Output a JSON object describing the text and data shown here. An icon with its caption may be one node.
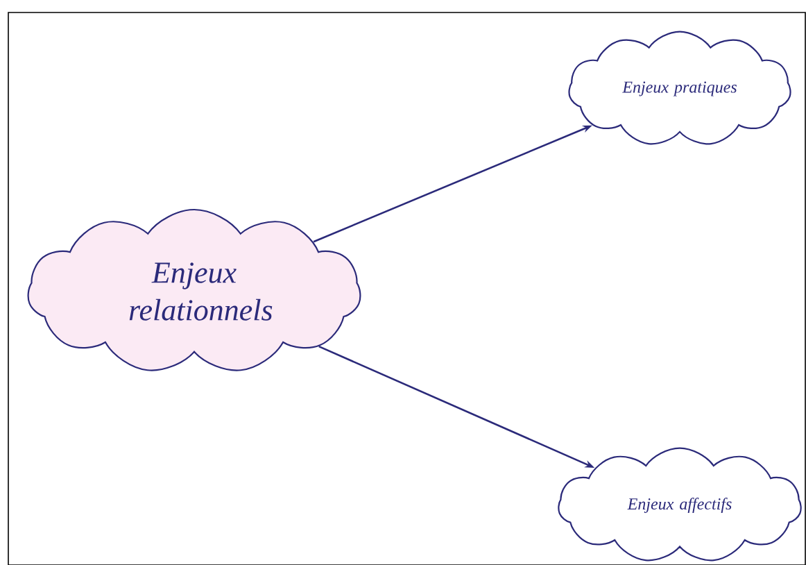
{
  "diagram": {
    "nodes": [
      {
        "text": [
          "Enjeux relationnels"
        ]
      },
      {
        "text": [
          "Enjeux pratiques"
        ]
      },
      {
        "text": [
          "Enjeux affectifs"
        ]
      }
    ],
    "edges": [
      {
        "from": 0,
        "to": 1,
        "arrow": "to"
      },
      {
        "from": 0,
        "to": 2,
        "arrow": "to"
      }
    ]
  }
}
